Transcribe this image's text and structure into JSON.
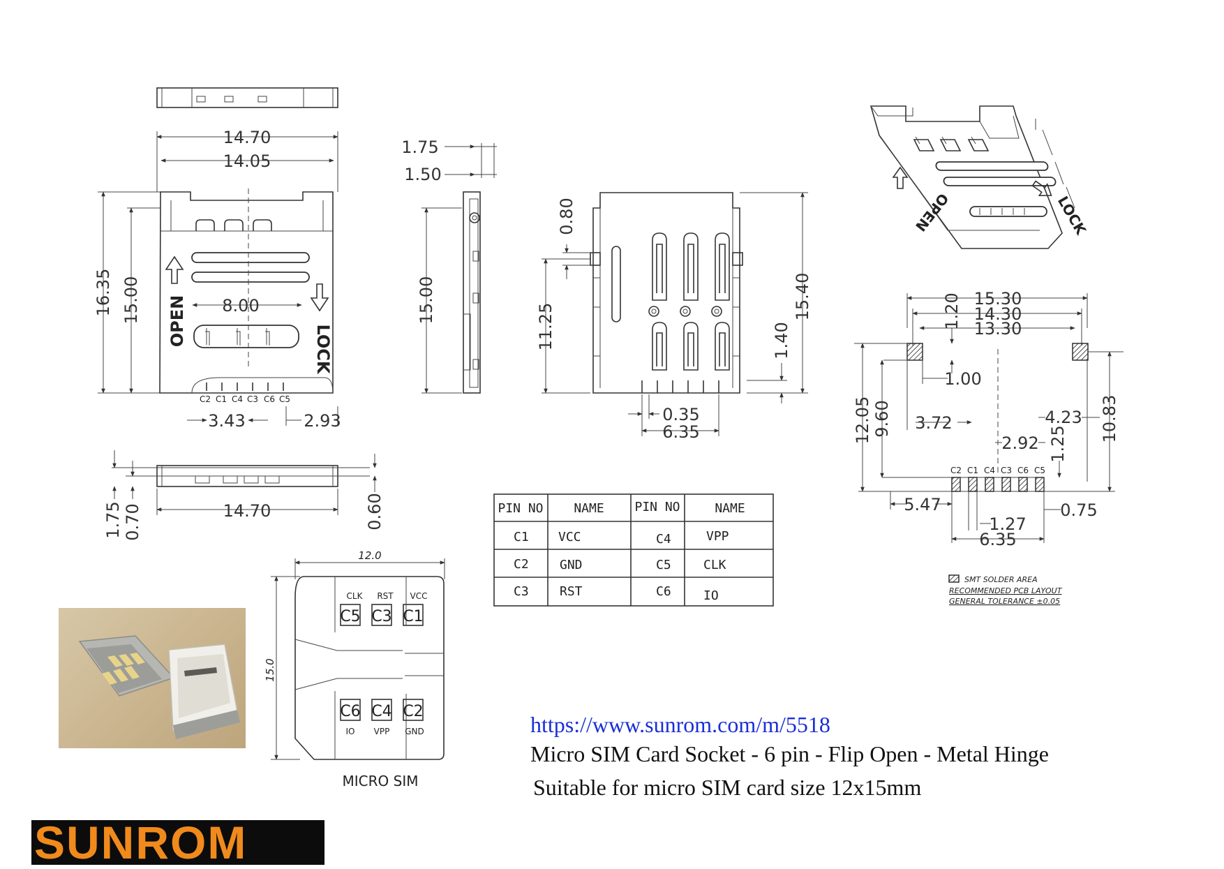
{
  "link": "https://www.sunrom.com/m/5518",
  "title": "Micro SIM Card Socket - 6 pin - Flip Open - Metal Hinge",
  "subtitle": "Suitable for micro SIM card size 12x15mm",
  "logo_text": "SUNROM",
  "colors": {
    "link": "#1a2fd6",
    "logo_bg": "#0c0c0c",
    "logo_text": "#f08a1c"
  },
  "top_view": {
    "labels": {
      "open": "OPEN",
      "lock": "LOCK"
    },
    "dims": {
      "w_outer": "14.70",
      "w_inner": "14.05",
      "h_total": "16.35",
      "h_body": "15.00",
      "slot_w": "8.00",
      "pin_left": "3.43",
      "pin_right": "2.93"
    },
    "pins": [
      "C2",
      "C1",
      "C4",
      "C3",
      "C6",
      "C5"
    ]
  },
  "side_view": {
    "dims": {
      "t1": "1.75",
      "t2": "1.50",
      "h": "15.00"
    }
  },
  "bottom_side_view": {
    "dims": {
      "w": "14.70",
      "h1": "1.75",
      "h2": "0.70",
      "h3": "0.60"
    }
  },
  "bottom_view": {
    "dims": {
      "d080": "0.80",
      "h1125": "11.25",
      "h1540": "15.40",
      "d140": "1.40",
      "p035": "0.35",
      "w635": "6.35"
    }
  },
  "pcb_layout": {
    "dims": {
      "w1530": "15.30",
      "w1430": "14.30",
      "w1330": "13.30",
      "d120": "1.20",
      "d100": "1.00",
      "h1205": "12.05",
      "h960": "9.60",
      "d372": "3.72",
      "d423": "4.23",
      "d292": "2.92",
      "d125": "1.25",
      "h1083": "10.83",
      "d547": "5.47",
      "d127": "1.27",
      "d075": "0.75",
      "w635": "6.35"
    },
    "pins": [
      "C2",
      "C1",
      "C4",
      "C3",
      "C6",
      "C5"
    ],
    "notes": [
      "SMT SOLDER AREA",
      "RECOMMENDED PCB LAYOUT",
      "GENERAL TOLERANCE ±0.05"
    ]
  },
  "pin_table": {
    "headers": [
      "PIN NO",
      "NAME",
      "PIN NO",
      "NAME"
    ],
    "rows": [
      [
        "C1",
        "VCC",
        "C4",
        "VPP"
      ],
      [
        "C2",
        "GND",
        "C5",
        "CLK"
      ],
      [
        "C3",
        "RST",
        "C6",
        "IO"
      ]
    ]
  },
  "micro_sim": {
    "caption": "MICRO SIM",
    "dims": {
      "w": "12.0",
      "h": "15.0"
    },
    "top_contacts": [
      {
        "pin": "C5",
        "name": "CLK"
      },
      {
        "pin": "C3",
        "name": "RST"
      },
      {
        "pin": "C1",
        "name": "VCC"
      }
    ],
    "bottom_contacts": [
      {
        "pin": "C6",
        "name": "IO"
      },
      {
        "pin": "C4",
        "name": "VPP"
      },
      {
        "pin": "C2",
        "name": "GND"
      }
    ]
  }
}
